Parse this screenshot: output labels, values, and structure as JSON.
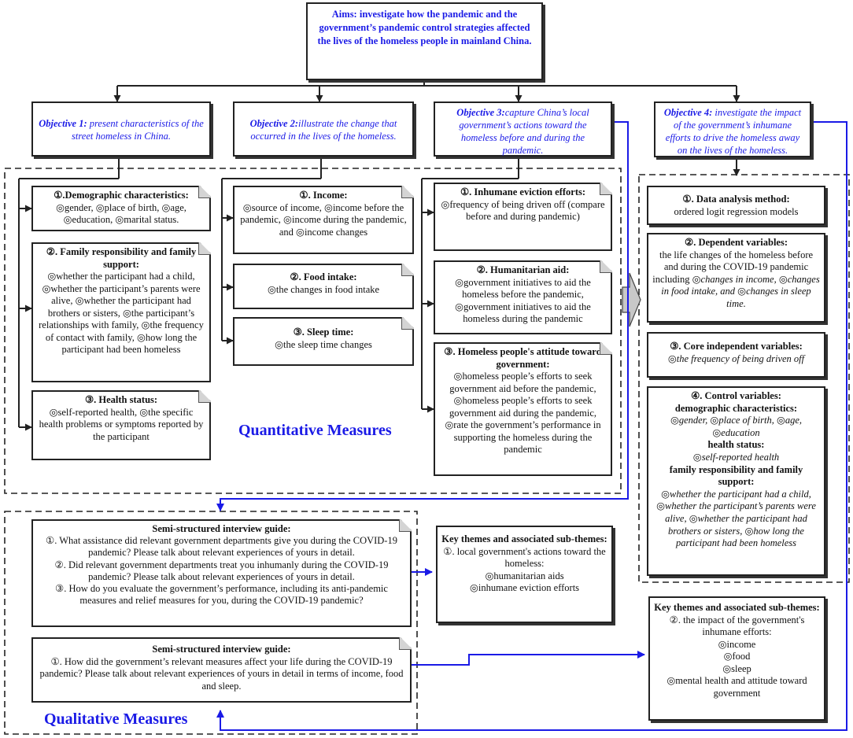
{
  "aims": "Aims: investigate how the pandemic and the government’s pandemic control strategies affected the lives of the homeless people in mainland China.",
  "objectives": [
    {
      "label": "Objective 1:",
      "text": " present  characteristics of the street homeless in China."
    },
    {
      "label": "Objective 2:",
      "text": "illustrate the change that occurred in the lives of the homeless."
    },
    {
      "label": "Objective 3:",
      "text": "capture China’s local government’s actions toward the homeless before and during the pandemic."
    },
    {
      "label": "Objective 4:",
      "text": " investigate the impact of the government’s inhumane efforts to drive the homeless away on the lives of the homeless."
    }
  ],
  "col1": [
    {
      "title": "①.Demographic characteristics:",
      "body": "◎gender, ◎place of birth, ◎age, ◎education, ◎marital status."
    },
    {
      "title": "②. Family responsibility and family support:",
      "body": "◎whether the participant had a child, ◎whether the participant’s parents were alive, ◎whether the participant had brothers or sisters, ◎the participant’s relationships with family, ◎the frequency of contact with family, ◎how long the participant had been homeless"
    },
    {
      "title": "③. Health status:",
      "body": "◎self-reported health, ◎the specific health problems or symptoms reported by the participant"
    }
  ],
  "col2": [
    {
      "title": "①. Income:",
      "body": "◎source of income, ◎income before the pandemic, ◎income during the pandemic, and ◎income changes"
    },
    {
      "title": "②. Food intake:",
      "body": "◎the changes in food intake"
    },
    {
      "title": "③. Sleep time:",
      "body": "◎the sleep time changes"
    }
  ],
  "col3": [
    {
      "title": "①. Inhumane eviction efforts:",
      "body": "◎frequency of being driven off (compare before and during pandemic)"
    },
    {
      "title": "②. Humanitarian aid:",
      "body": "◎government initiatives to aid the homeless before the pandemic, ◎government initiatives to aid the homeless during the pandemic"
    },
    {
      "title": "③. Homeless people's attitude toward government:",
      "body": "◎homeless people’s efforts to seek government aid before the pandemic, ◎homeless people’s efforts to seek government aid during the pandemic, ◎rate the government’s performance in supporting the homeless during the pandemic"
    }
  ],
  "col4": {
    "b1": {
      "title": "①. Data analysis method:",
      "body": "ordered logit regression models"
    },
    "b2": {
      "title": "②. Dependent variables:",
      "body": "the life changes of the homeless before and during the COVID-19 pandemic including ",
      "italic": "◎changes in income, ◎changes in food intake, and ◎changes in sleep time."
    },
    "b3": {
      "title": "③. Core independent variables:",
      "italic": "◎the frequency of being driven off"
    },
    "b4": {
      "title": "④. Control variables:",
      "sub1": "demographic characteristics:",
      "sub1_it": "◎gender, ◎place of birth, ◎age, ◎education",
      "sub2": "health status:",
      "sub2_it": "◎self-reported health",
      "sub3": "family responsibility and family support:",
      "sub3_it": "◎whether the participant had a child, ◎whether the participant’s parents were alive, ◎whether the participant had brothers or sisters, ◎how long the participant had been homeless"
    }
  },
  "quantitative_label": "Quantitative Measures",
  "qualitative_label": "Qualitative Measures",
  "interview1": {
    "title": "Semi-structured interview guide:",
    "q1": "①. What assistance did relevant government departments give you during the COVID-19 pandemic? Please talk about relevant experiences of yours in detail.",
    "q2": "②. Did relevant government departments treat you inhumanly during the COVID-19 pandemic? Please talk about relevant experiences of yours in detail.",
    "q3": "③. How do you evaluate the government’s performance, including its anti-pandemic measures and relief measures for you, during the COVID-19 pandemic?"
  },
  "interview2": {
    "title": "Semi-structured interview guide:",
    "q1": "①. How did the government’s relevant measures affect your life during the COVID-19 pandemic? Please talk about relevant experiences of yours in detail in terms of income, food and sleep."
  },
  "themes1": {
    "title": "Key themes and associated sub-themes:",
    "line1": "①. local government's actions toward the homeless:",
    "line2": "◎humanitarian aids",
    "line3": "◎inhumane eviction efforts"
  },
  "themes2": {
    "title": "Key themes and associated sub-themes:",
    "line1": "②. the impact of the government's inhumane efforts:",
    "line2": "◎income",
    "line3": "◎food",
    "line4": "◎sleep",
    "line5": "◎mental health and attitude toward government"
  }
}
